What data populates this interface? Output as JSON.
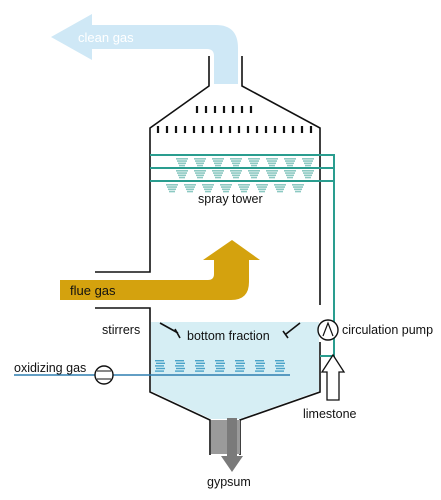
{
  "labels": {
    "clean_gas": "clean gas",
    "spray_tower": "spray tower",
    "flue_gas": "flue gas",
    "stirrers": "stirrers",
    "bottom_fraction": "bottom fraction",
    "circulation_pump": "circulation pump",
    "oxidizing_gas": "oxidizing gas",
    "limestone": "limestone",
    "gypsum": "gypsum"
  },
  "colors": {
    "outline": "#111111",
    "clean_gas_arrow": "#cfe8f6",
    "flue_gas_arrow": "#d4a20e",
    "slurry": "#d6eef4",
    "pipe": "#2a9d8f",
    "spray": "#8cc9c2",
    "oxidizing_line": "#2f7fb0",
    "gypsum": "#9a9a9a",
    "gypsum_arrow": "#7a7a7a"
  }
}
